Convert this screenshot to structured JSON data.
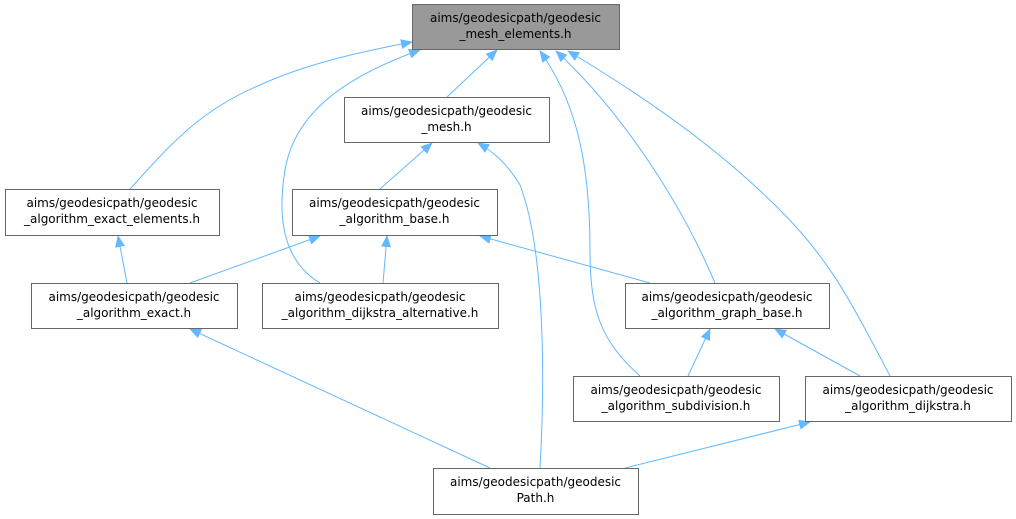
{
  "graph": {
    "edge_color": "#63b8ff",
    "current_fill": "#999999",
    "nodes": [
      {
        "id": "top",
        "lines": [
          "aims/geodesicpath/geodesic",
          "_mesh_elements.h"
        ],
        "current": true
      },
      {
        "id": "mesh",
        "lines": [
          "aims/geodesicpath/geodesic",
          "_mesh.h"
        ]
      },
      {
        "id": "exact_elements",
        "lines": [
          "aims/geodesicpath/geodesic",
          "_algorithm_exact_elements.h"
        ]
      },
      {
        "id": "base",
        "lines": [
          "aims/geodesicpath/geodesic",
          "_algorithm_base.h"
        ]
      },
      {
        "id": "exact",
        "lines": [
          "aims/geodesicpath/geodesic",
          "_algorithm_exact.h"
        ]
      },
      {
        "id": "dijkstra_alt",
        "lines": [
          "aims/geodesicpath/geodesic",
          "_algorithm_dijkstra_alternative.h"
        ]
      },
      {
        "id": "graph_base",
        "lines": [
          "aims/geodesicpath/geodesic",
          "_algorithm_graph_base.h"
        ]
      },
      {
        "id": "subdivision",
        "lines": [
          "aims/geodesicpath/geodesic",
          "_algorithm_subdivision.h"
        ]
      },
      {
        "id": "dijkstra",
        "lines": [
          "aims/geodesicpath/geodesic",
          "_algorithm_dijkstra.h"
        ]
      },
      {
        "id": "path",
        "lines": [
          "aims/geodesicpath/geodesic",
          "Path.h"
        ]
      }
    ],
    "edges": [
      {
        "from": "mesh",
        "to": "top"
      },
      {
        "from": "exact_elements",
        "to": "top"
      },
      {
        "from": "dijkstra_alt",
        "to": "top"
      },
      {
        "from": "subdivision",
        "to": "top"
      },
      {
        "from": "graph_base",
        "to": "top"
      },
      {
        "from": "dijkstra",
        "to": "top"
      },
      {
        "from": "base",
        "to": "mesh"
      },
      {
        "from": "path",
        "to": "mesh"
      },
      {
        "from": "exact",
        "to": "exact_elements"
      },
      {
        "from": "exact",
        "to": "base"
      },
      {
        "from": "dijkstra_alt",
        "to": "base"
      },
      {
        "from": "graph_base",
        "to": "base"
      },
      {
        "from": "subdivision",
        "to": "graph_base"
      },
      {
        "from": "dijkstra",
        "to": "graph_base"
      },
      {
        "from": "path",
        "to": "exact"
      },
      {
        "from": "path",
        "to": "dijkstra"
      }
    ]
  }
}
